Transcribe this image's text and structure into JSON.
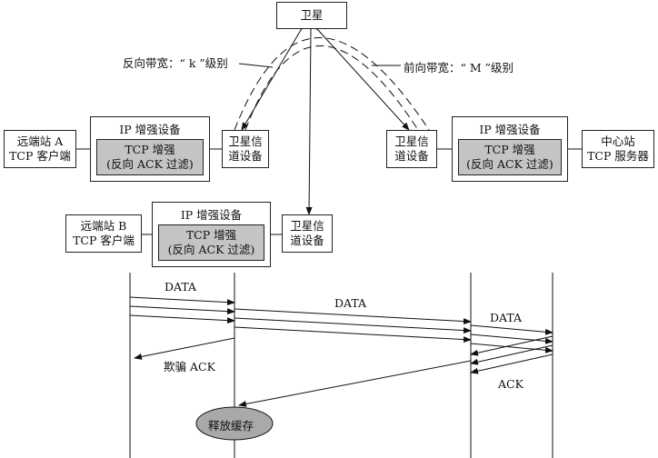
{
  "satellite": {
    "label": "卫星"
  },
  "annotations": {
    "reverse_bandwidth": "反向带宽：“ k ”级别",
    "forward_bandwidth": "前向带宽：“ M ”级别"
  },
  "remote_a": {
    "line1": "远端站 A",
    "line2": "TCP 客户端"
  },
  "remote_b": {
    "line1": "远端站 B",
    "line2": "TCP 客户端"
  },
  "center": {
    "line1": "中心站",
    "line2": "TCP 服务器"
  },
  "ip_device": {
    "title": "IP 增强设备",
    "line1": "TCP 增强",
    "line2": "(反向 ACK 过滤)"
  },
  "sat_channel": {
    "line1": "卫星信",
    "line2": "道设备"
  },
  "sequence": {
    "data1": "DATA",
    "data2": "DATA",
    "data3": "DATA",
    "spoof_ack": "欺骗 ACK",
    "ack": "ACK",
    "release": "释放缓存"
  }
}
